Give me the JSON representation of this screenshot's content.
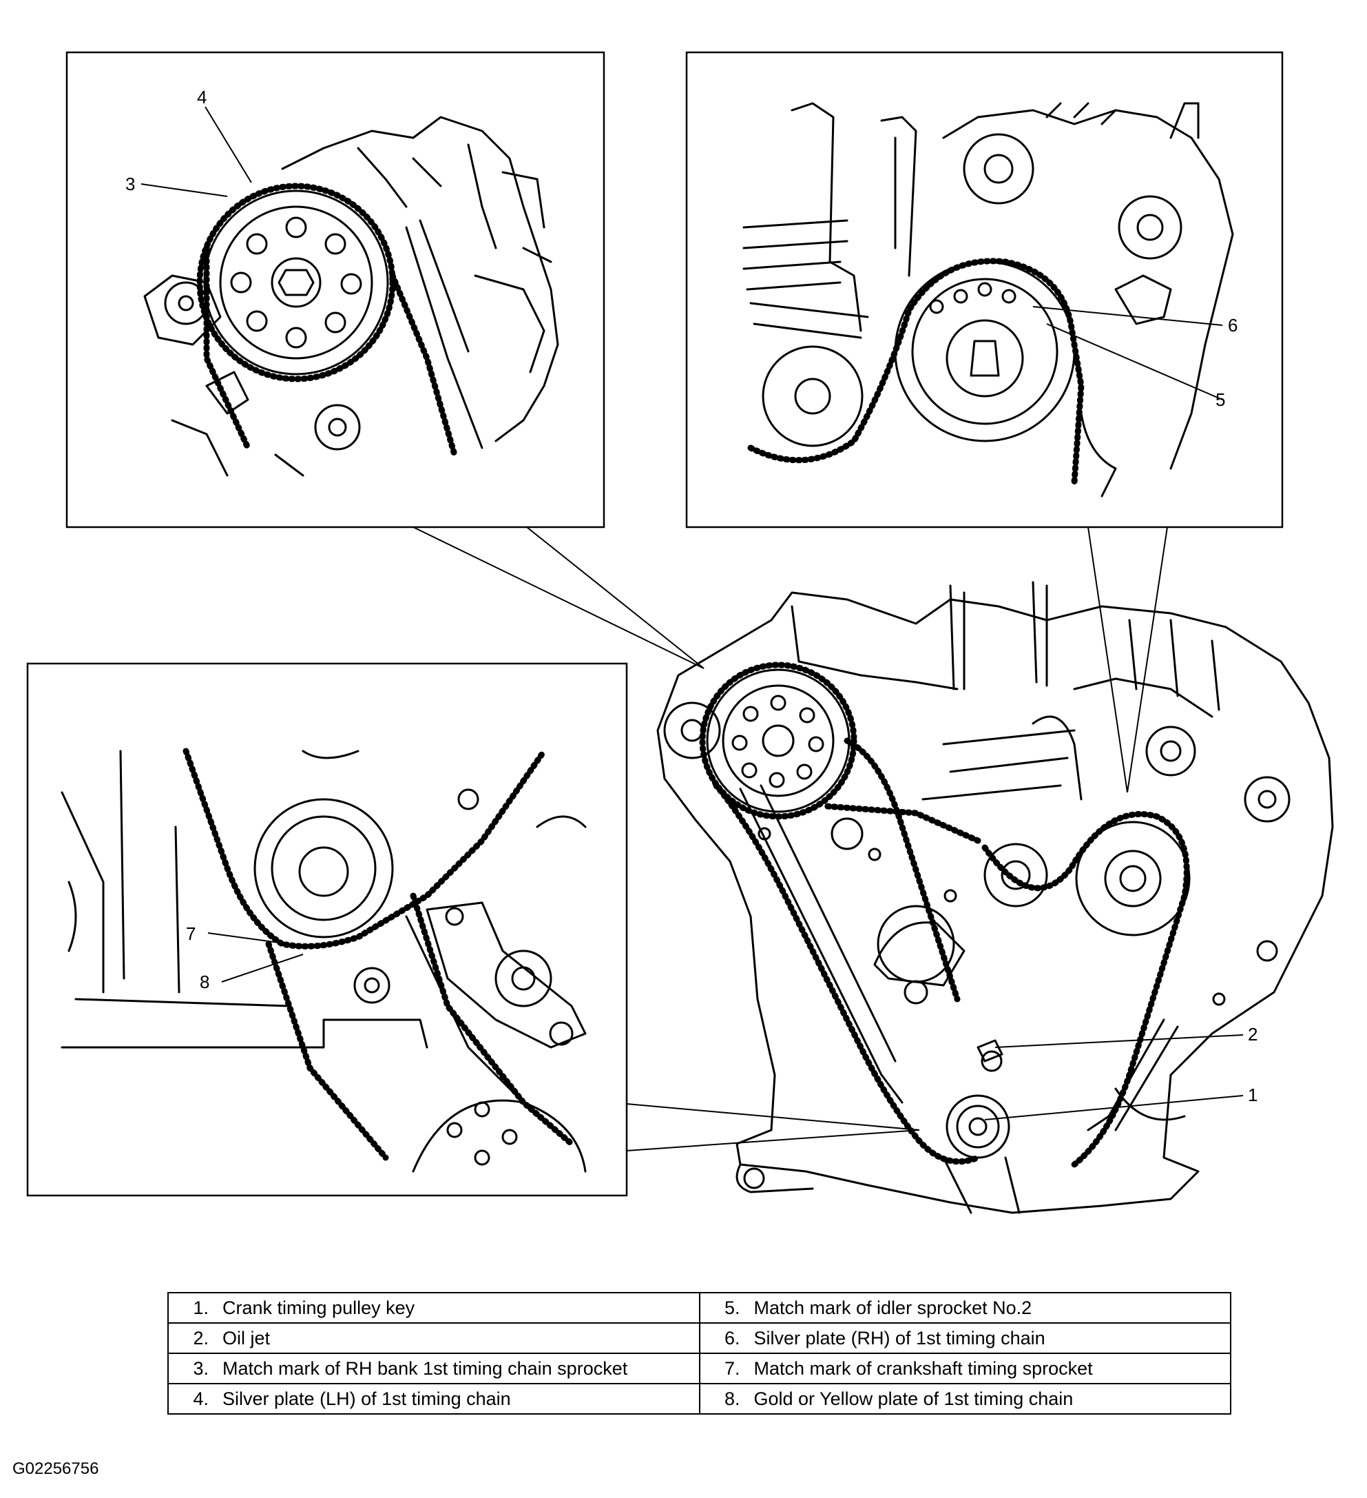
{
  "callouts": {
    "c1": "1",
    "c2": "2",
    "c3": "3",
    "c4": "4",
    "c5": "5",
    "c6": "6",
    "c7": "7",
    "c8": "8"
  },
  "legend": {
    "rows": [
      {
        "left_num": "1.",
        "left_text": "Crank timing pulley key",
        "right_num": "5.",
        "right_text": "Match mark of idler sprocket No.2"
      },
      {
        "left_num": "2.",
        "left_text": "Oil jet",
        "right_num": "6.",
        "right_text": "Silver plate (RH) of 1st timing chain"
      },
      {
        "left_num": "3.",
        "left_text": "Match mark of RH bank 1st timing chain sprocket",
        "right_num": "7.",
        "right_text": "Match mark of crankshaft timing sprocket"
      },
      {
        "left_num": "4.",
        "left_text": "Silver plate (LH) of 1st timing chain",
        "right_num": "8.",
        "right_text": "Gold or Yellow plate of 1st timing chain"
      }
    ]
  },
  "doc_id": "G02256756"
}
